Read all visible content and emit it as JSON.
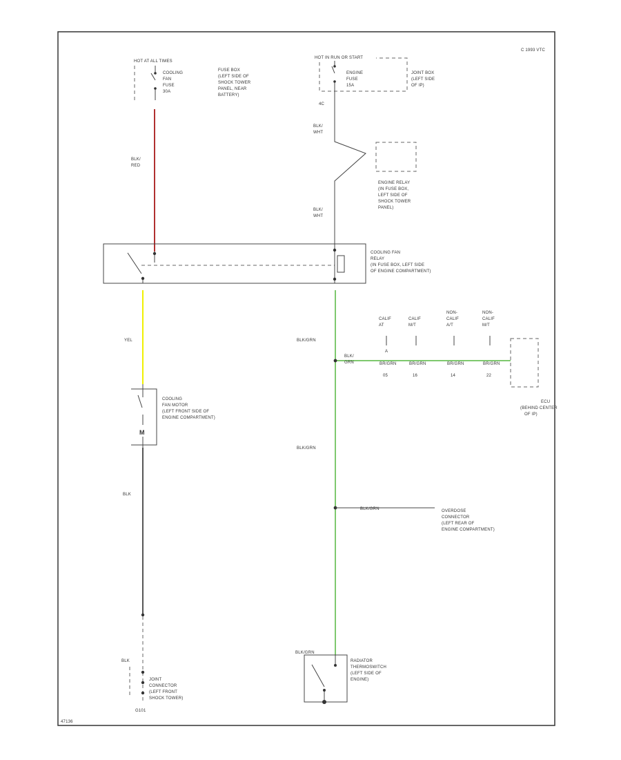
{
  "frame": {
    "code": "C 1993 VTC",
    "drawing_no": "47136"
  },
  "power_feeds": {
    "left": {
      "line1": "HOT AT ALL TIMES",
      "fuse": [
        "COOLING",
        "FAN",
        "FUSE",
        "30A"
      ],
      "location": [
        "FUSE BOX",
        "(LEFT SIDE OF",
        "SHOCK TOWER",
        "PANEL, NEAR",
        "BATTERY)"
      ]
    },
    "right": {
      "line1": "HOT IN RUN OR START",
      "fuse": [
        "ENGINE",
        "FUSE",
        "15A"
      ],
      "location": [
        "JOINT BOX",
        "(LEFT SIDE",
        "OF IP)"
      ],
      "terminal": "4C"
    }
  },
  "wires": {
    "blk_red": [
      "BLK/",
      "RED"
    ],
    "blk_wht_top": [
      "BLK/",
      "WHT"
    ],
    "blk_wht_mid": [
      "BLK/",
      "WHT"
    ],
    "yel": "YEL",
    "blk_grn_1": "BLK/GRN",
    "blk_grn_2": "BLK/GRN",
    "blk_grn_3": "BLK/GRN",
    "blk_grn_4": "BLK/GRN",
    "blk_left": "BLK",
    "blk_bottom": "BLK",
    "blk_grn_ecu": [
      "BLK/",
      "GRN"
    ]
  },
  "engine_relay": [
    "ENGINE RELAY",
    "(IN FUSE BOX,",
    "LEFT SIDE OF",
    "SHOCK TOWER",
    "PANEL)"
  ],
  "cooling_fan_relay": [
    "COOLING FAN",
    "RELAY",
    "(IN FUSE BOX, LEFT SIDE",
    "OF ENGINE COMPARTMENT)"
  ],
  "cooling_fan_motor": [
    "COOLING",
    "FAN MOTOR",
    "(LEFT FRONT SIDE OF",
    "ENGINE COMPARTMENT)"
  ],
  "ecu_pins": [
    {
      "top": [
        "CALIF",
        "AT"
      ],
      "top2": "A",
      "wire": "BR/GRN",
      "pin": "05"
    },
    {
      "top": [
        "CALIF",
        "M/T"
      ],
      "top2": "",
      "wire": "BR/GRN",
      "pin": "16"
    },
    {
      "top": [
        "NON-",
        "CALIF",
        "A/T"
      ],
      "top2": "",
      "wire": "BR/GRN",
      "pin": "14"
    },
    {
      "top": [
        "NON-",
        "CALIF",
        "M/T"
      ],
      "top2": "",
      "wire": "BR/GRN",
      "pin": "22"
    }
  ],
  "ecu": [
    "ECU",
    "(BEHIND CENTER",
    "OF IP)"
  ],
  "overdose_connector": [
    "OVERDOSE",
    "CONNECTOR",
    "(LEFT REAR OF",
    "ENGINE COMPARTMENT)"
  ],
  "thermoswitch": [
    "RADIATOR",
    "THERMOSWITCH",
    "(LEFT SIDE OF",
    "ENGINE)"
  ],
  "joint_connector": [
    "JOINT",
    "CONNECTOR",
    "(LEFT FRONT",
    "SHOCK TOWER)"
  ],
  "ground": "G101",
  "colors": {
    "blk_red": "#b03030",
    "yel": "#f0f000",
    "blk_grn": "#7ec86e",
    "blk": "#333333"
  }
}
